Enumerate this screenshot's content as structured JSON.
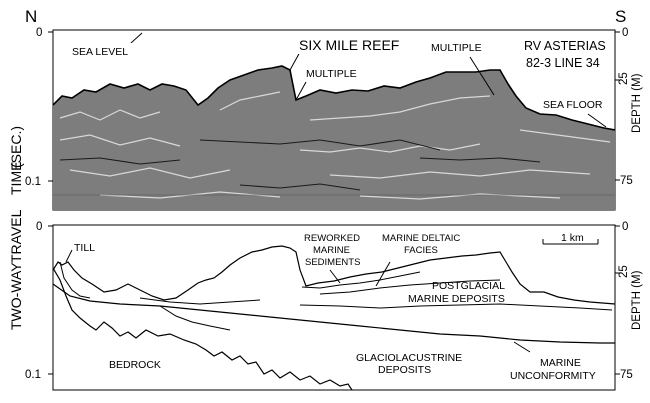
{
  "compass": {
    "left": "N",
    "right": "S"
  },
  "vertical_axis": {
    "title_word1": "TWO-WAY",
    "title_word2": "TRAVEL",
    "title_word3": "TIME",
    "title_word4": "(SEC.)",
    "top_ticks": [
      "0",
      "0.1"
    ],
    "bottom_ticks": [
      "0",
      "0.1"
    ]
  },
  "depth_axis": {
    "label": "DEPTH (M)",
    "top_ticks": [
      "0",
      "25",
      "75"
    ],
    "bottom_ticks": [
      "0",
      "25",
      "75"
    ]
  },
  "top_panel": {
    "sea_level": "SEA LEVEL",
    "title": "SIX MILE REEF",
    "multiple_1": "MULTIPLE",
    "multiple_2": "MULTIPLE",
    "vessel_line1": "RV ASTERIAS",
    "vessel_line2": "82-3 LINE 34",
    "sea_floor": "SEA FLOOR"
  },
  "bottom_panel": {
    "till": "TILL",
    "reworked_1": "REWORKED",
    "reworked_2": "MARINE",
    "reworked_3": "SEDIMENTS",
    "deltaic_1": "MARINE DELTAIC",
    "deltaic_2": "FACIES",
    "postglacial_1": "POSTGLACIAL",
    "postglacial_2": "MARINE DEPOSITS",
    "bedrock": "BEDROCK",
    "glacio_1": "GLACIOLACUSTRINE",
    "glacio_2": "DEPOSITS",
    "unconf_1": "MARINE",
    "unconf_2": "UNCONFORMITY",
    "scale_bar": "1 km"
  }
}
